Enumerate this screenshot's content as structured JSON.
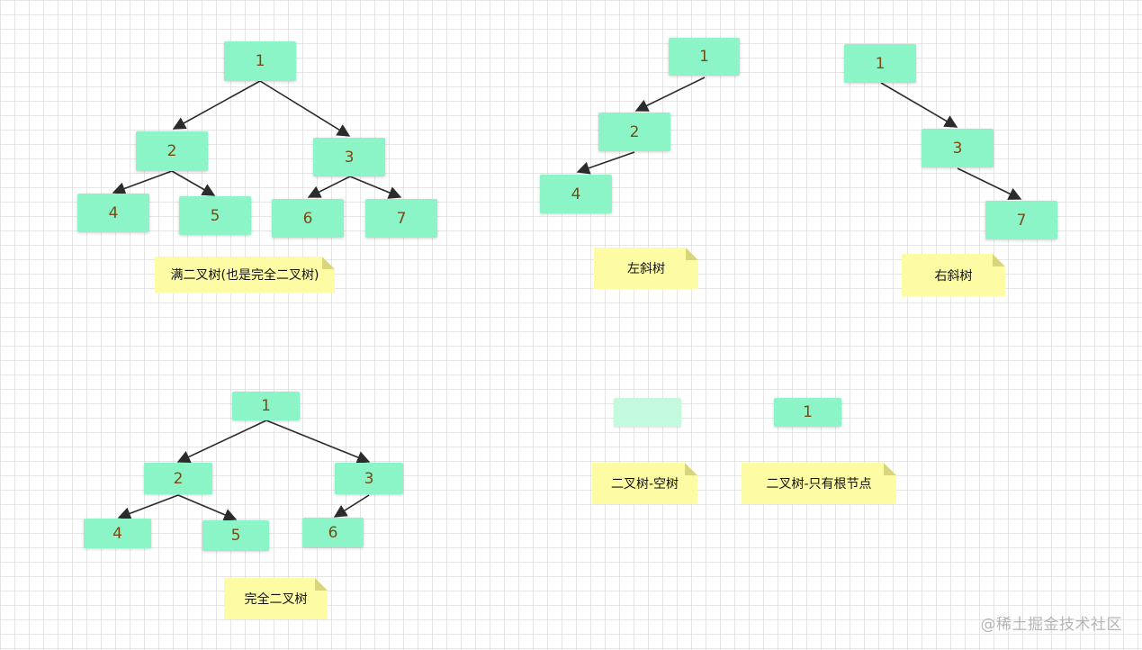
{
  "nodes": {
    "full": [
      "1",
      "2",
      "3",
      "4",
      "5",
      "6",
      "7"
    ],
    "left_skewed": [
      "1",
      "2",
      "4"
    ],
    "right_skewed": [
      "1",
      "3",
      "7"
    ],
    "complete": [
      "1",
      "2",
      "3",
      "4",
      "5",
      "6"
    ],
    "empty_tree": "",
    "root_only": "1"
  },
  "notes": {
    "full": "满二叉树(也是完全二叉树)",
    "left_skewed": "左斜树",
    "right_skewed": "右斜树",
    "complete": "完全二叉树",
    "empty": "二叉树-空树",
    "root_only": "二叉树-只有根节点"
  },
  "watermark": "@稀土掘金技术社区",
  "colors": {
    "node": "#8cf5c8",
    "node_empty": "#c3fadf",
    "node_text": "#7a4a12",
    "note": "#fdfba4",
    "edge": "#2b2b2b"
  }
}
